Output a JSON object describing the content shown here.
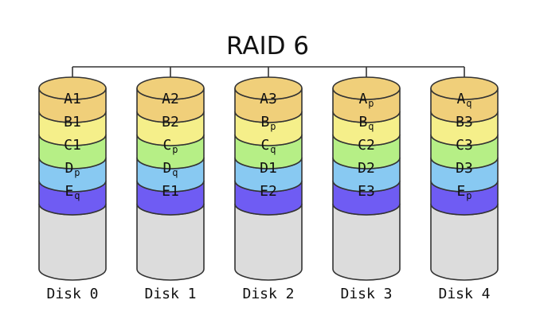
{
  "title": "RAID 6",
  "colors": {
    "stroke": "#333333",
    "A": "#f0cf7a",
    "B": "#f5ef8a",
    "C": "#b6ef86",
    "D": "#88c9f2",
    "E": "#6f5cf3",
    "empty": "#dcdcdc"
  },
  "disks": [
    {
      "label": "Disk 0",
      "blocks": [
        {
          "row": "A",
          "main": "A1",
          "sub": ""
        },
        {
          "row": "B",
          "main": "B1",
          "sub": ""
        },
        {
          "row": "C",
          "main": "C1",
          "sub": ""
        },
        {
          "row": "D",
          "main": "D",
          "sub": "p"
        },
        {
          "row": "E",
          "main": "E",
          "sub": "q"
        }
      ]
    },
    {
      "label": "Disk 1",
      "blocks": [
        {
          "row": "A",
          "main": "A2",
          "sub": ""
        },
        {
          "row": "B",
          "main": "B2",
          "sub": ""
        },
        {
          "row": "C",
          "main": "C",
          "sub": "p"
        },
        {
          "row": "D",
          "main": "D",
          "sub": "q"
        },
        {
          "row": "E",
          "main": "E1",
          "sub": ""
        }
      ]
    },
    {
      "label": "Disk 2",
      "blocks": [
        {
          "row": "A",
          "main": "A3",
          "sub": ""
        },
        {
          "row": "B",
          "main": "B",
          "sub": "p"
        },
        {
          "row": "C",
          "main": "C",
          "sub": "q"
        },
        {
          "row": "D",
          "main": "D1",
          "sub": ""
        },
        {
          "row": "E",
          "main": "E2",
          "sub": ""
        }
      ]
    },
    {
      "label": "Disk 3",
      "blocks": [
        {
          "row": "A",
          "main": "A",
          "sub": "p"
        },
        {
          "row": "B",
          "main": "B",
          "sub": "q"
        },
        {
          "row": "C",
          "main": "C2",
          "sub": ""
        },
        {
          "row": "D",
          "main": "D2",
          "sub": ""
        },
        {
          "row": "E",
          "main": "E3",
          "sub": ""
        }
      ]
    },
    {
      "label": "Disk 4",
      "blocks": [
        {
          "row": "A",
          "main": "A",
          "sub": "q"
        },
        {
          "row": "B",
          "main": "B3",
          "sub": ""
        },
        {
          "row": "C",
          "main": "C3",
          "sub": ""
        },
        {
          "row": "D",
          "main": "D3",
          "sub": ""
        },
        {
          "row": "E",
          "main": "E",
          "sub": "p"
        }
      ]
    }
  ]
}
